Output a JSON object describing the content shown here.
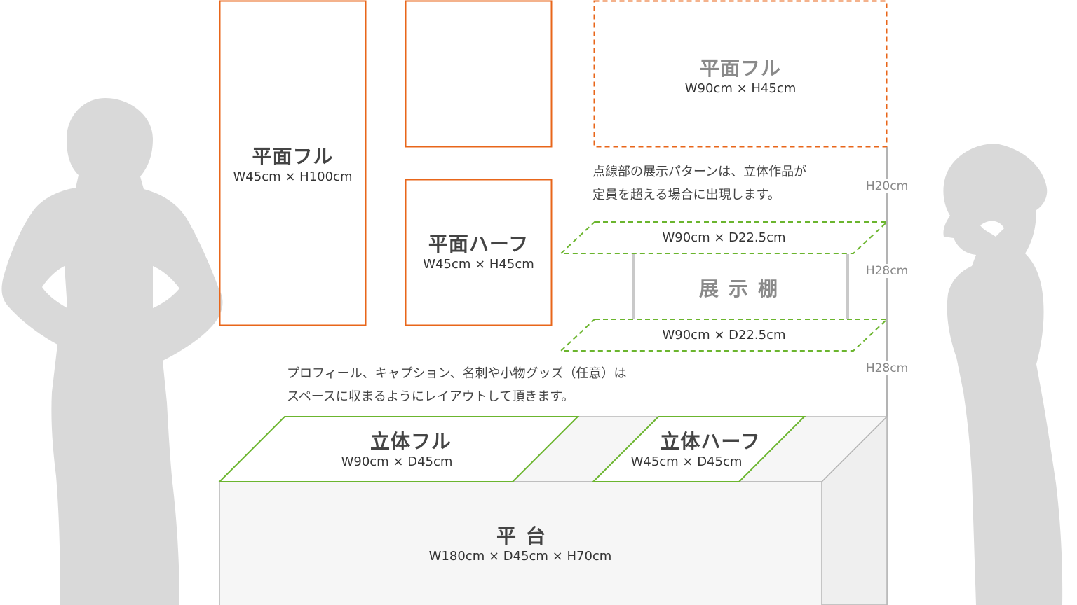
{
  "colors": {
    "orange": "#e8661a",
    "green": "#6bb52e",
    "silhouette": "#d9d9d9",
    "table_face": "#f6f6f6",
    "table_side": "#efefef",
    "table_stroke": "#b5b5b5",
    "shelf_post": "#c9c9c9",
    "guide_line": "#9a9a9a"
  },
  "panels": {
    "flat_full_tall": {
      "title": "平面フル",
      "size": "W45cm × H100cm"
    },
    "flat_half": {
      "title": "平面ハーフ",
      "size": "W45cm × H45cm"
    },
    "flat_full_wide": {
      "title": "平面フル",
      "size": "W90cm × H45cm"
    }
  },
  "notes": {
    "dotted_pattern": "点線部の展示パターンは、立体作品が\n定員を超える場合に出現します。",
    "profile": "プロフィール、キャプション、名刺や小物グッズ（任意）は\nスペースに収まるようにレイアウトして頂きます。"
  },
  "shelf": {
    "title": "展示棚",
    "upper_size": "W90cm × D22.5cm",
    "lower_size": "W90cm × D22.5cm"
  },
  "heights": [
    "H20cm",
    "H28cm",
    "H28cm"
  ],
  "table_top": {
    "solid_full": {
      "title": "立体フル",
      "size": "W90cm × D45cm"
    },
    "solid_half": {
      "title": "立体ハーフ",
      "size": "W45cm × D45cm"
    }
  },
  "platform": {
    "title": "平台",
    "size": "W180cm × D45cm × H70cm"
  },
  "figures": [
    "standing-man-silhouette",
    "thinking-woman-silhouette"
  ]
}
